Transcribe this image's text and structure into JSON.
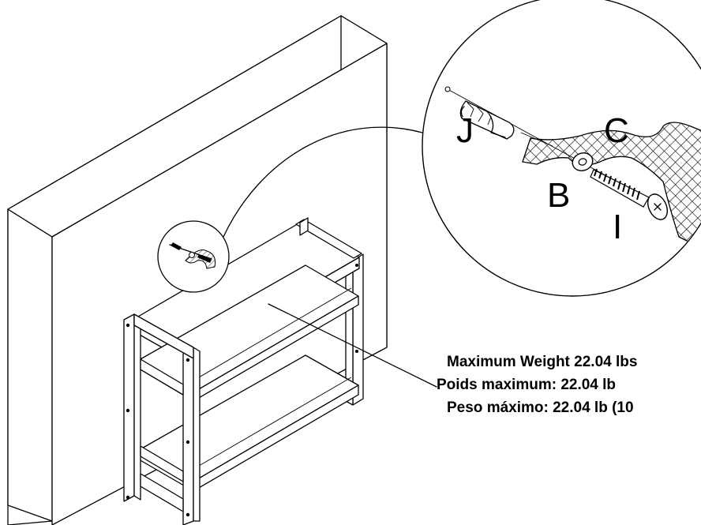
{
  "callout": {
    "labels": {
      "anchor": "J",
      "wall_material": "C",
      "washer": "B",
      "screw": "I"
    }
  },
  "weight_notice": {
    "lines": [
      "Maximum Weight 22.04 lbs",
      "Poids maximum: 22.04 lb",
      "Peso máximo: 22.04 lb (10"
    ]
  },
  "colors": {
    "line": "#000000",
    "background": "#ffffff"
  },
  "icons": [
    "wall",
    "shelf-unit",
    "wall-anchor-icon",
    "washer-icon",
    "screw-icon",
    "detail-magnifier-circle"
  ]
}
